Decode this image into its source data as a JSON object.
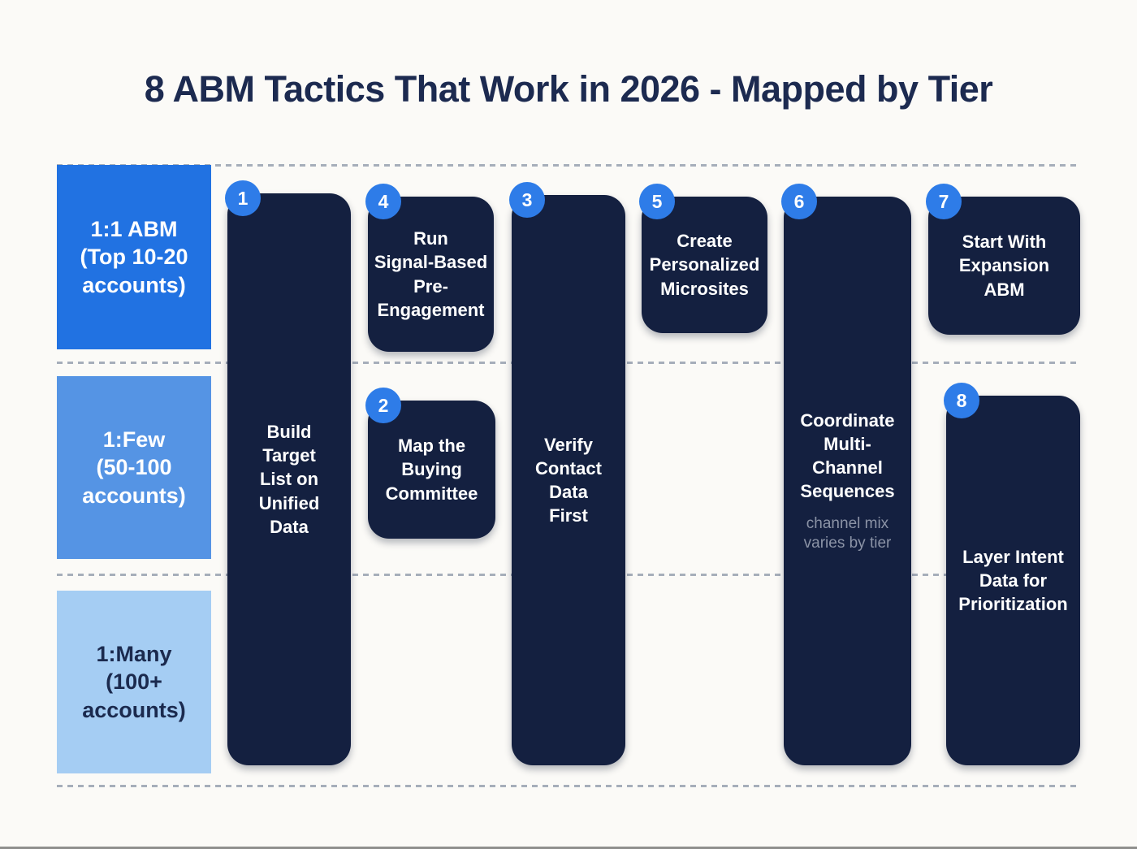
{
  "title": "8 ABM Tactics That Work in 2026 - Mapped by Tier",
  "tiers": [
    {
      "label": "1:1 ABM\n(Top 10-20\naccounts)",
      "color": "#2172e2"
    },
    {
      "label": "1:Few\n(50-100\naccounts)",
      "color": "#5594e4"
    },
    {
      "label": "1:Many\n(100+\naccounts)",
      "color": "#a5cdf3"
    }
  ],
  "tactics": [
    {
      "number": "1",
      "label": "Build\nTarget\nList on\nUnified\nData"
    },
    {
      "number": "2",
      "label": "Map the\nBuying\nCommittee"
    },
    {
      "number": "3",
      "label": "Verify\nContact\nData\nFirst"
    },
    {
      "number": "4",
      "label": "Run\nSignal-Based\nPre-\nEngagement"
    },
    {
      "number": "5",
      "label": "Create\nPersonalized\nMicrosites"
    },
    {
      "number": "6",
      "label": "Coordinate\nMulti-\nChannel\nSequences",
      "note": "channel mix\nvaries by tier"
    },
    {
      "number": "7",
      "label": "Start With\nExpansion\nABM"
    },
    {
      "number": "8",
      "label": "Layer Intent\nData for\nPrioritization"
    }
  ],
  "colors": {
    "background": "#fbfaf7",
    "card_background": "#142040",
    "badge": "#2e7ce8",
    "title_text": "#1c2a50",
    "dashed_divider": "#a6aeba",
    "note_text": "#8b93a6"
  }
}
